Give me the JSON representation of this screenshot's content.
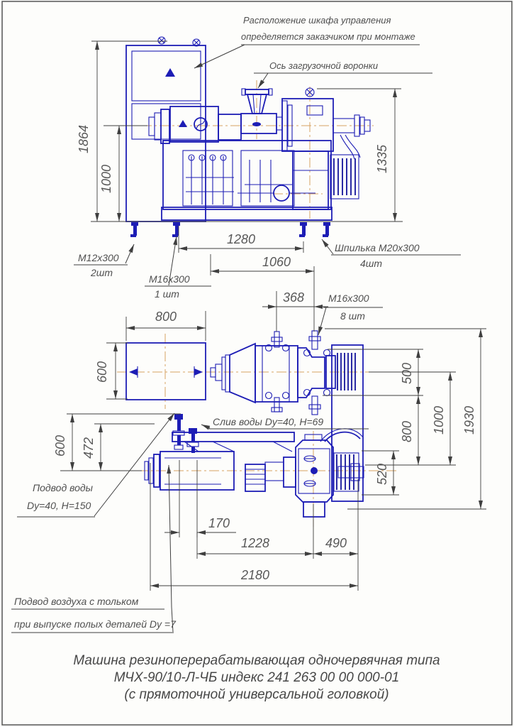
{
  "colors": {
    "machine_blue": "#1d1db5",
    "centerline_orange": "#d8a263",
    "dimension_gray": "#3f3f3f",
    "text_gray": "#4f4f4f"
  },
  "ann": {
    "note1": "Расположение шкафа управления",
    "note2": "определяется заказчиком при монтаже",
    "hopper": "Ось загрузочной воронки",
    "m12": "М12х300",
    "m12q": "2шт",
    "m16a": "М16х300",
    "m16aq": "1 шт",
    "m20": "Шпилька М20х300",
    "m20q": "4шт",
    "m16b": "М16х300",
    "m16bq": "8 шт",
    "drain": "Слив воды Dу=40, Н=69",
    "water1": "Подвод воды",
    "water2": "Dу=40, Н=150",
    "air1": "Подвод воздуха с тольком",
    "air2": "при выпуске полых деталей Dу =7"
  },
  "dim": {
    "d1864": "1864",
    "d1000": "1000",
    "d1335": "1335",
    "d1280": "1280",
    "d1060": "1060",
    "d800": "800",
    "d600": "600",
    "d368": "368",
    "d500": "500",
    "d1000r": "1000",
    "d1930": "1930",
    "d800r": "800",
    "d520": "520",
    "d600l": "600",
    "d472": "472",
    "d170": "170",
    "d1228": "1228",
    "d490": "490",
    "d2180": "2180"
  },
  "title": {
    "l1": "Машина резиноперерабатывающая одночервячная типа",
    "l2": "МЧХ-90/10-Л-ЧБ индекс 241 263 00 00 000-01",
    "l3": "(с прямоточной универсальной головкой)"
  }
}
